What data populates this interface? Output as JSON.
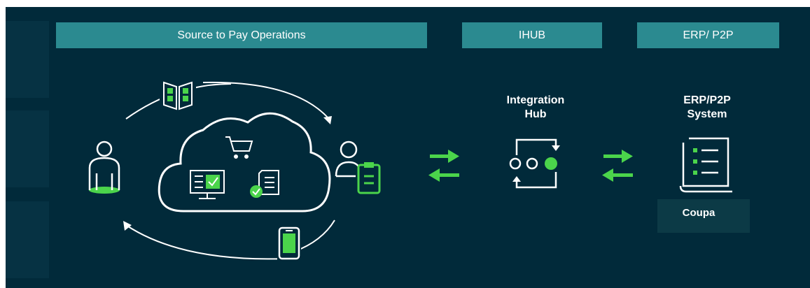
{
  "colors": {
    "background": "#012a3a",
    "header": "#2b8a90",
    "accent": "#4bd44b",
    "line": "#ffffff"
  },
  "headers": {
    "source_to_pay": "Source to Pay Operations",
    "ihub": "IHUB",
    "erp": "ERP/ P2P"
  },
  "integration_hub": {
    "line1": "Integration",
    "line2": "Hub"
  },
  "erp_system": {
    "line1": "ERP/P2P",
    "line2": "System",
    "product": "Coupa"
  },
  "icons": [
    "catalog-icon",
    "user-icon",
    "cloud-icon",
    "shopping-cart-icon",
    "computer-check-icon",
    "document-check-icon",
    "user-clipboard-icon",
    "mobile-phone-icon",
    "exchange-arrows-icon",
    "hub-process-icon",
    "erp-document-icon"
  ]
}
